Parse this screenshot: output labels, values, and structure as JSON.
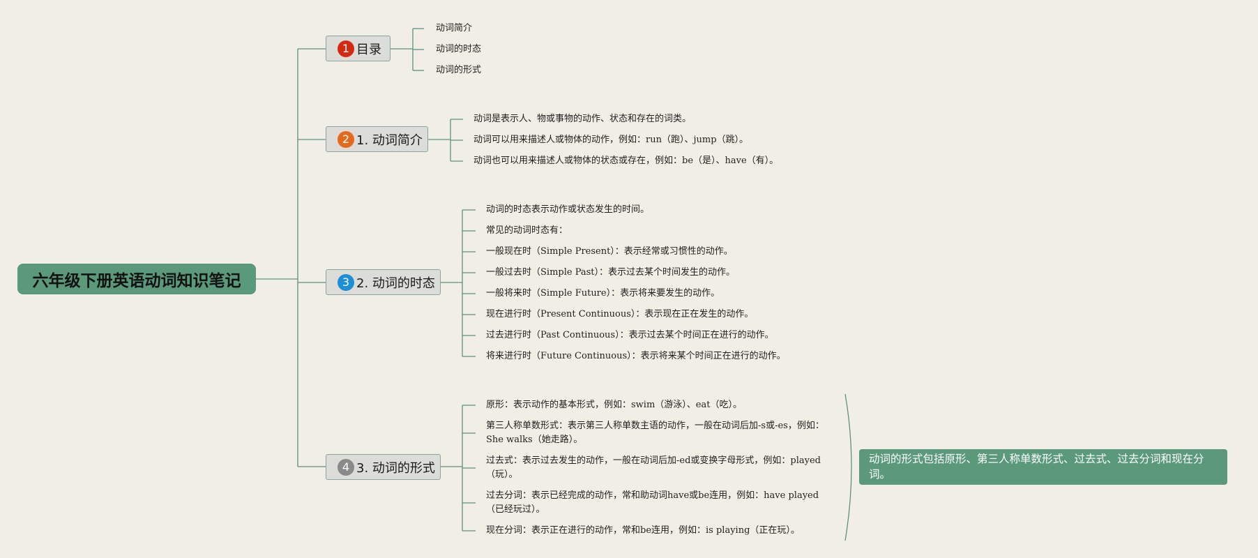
{
  "root": {
    "label": "六年级下册英语动词知识笔记"
  },
  "topics": [
    {
      "badge": "1",
      "badge_color": "#d42a10",
      "label": "目录",
      "items": [
        "动词简介",
        "动词的时态",
        "动词的形式"
      ]
    },
    {
      "badge": "2",
      "badge_color": "#e4691d",
      "label": "1. 动词简介",
      "items": [
        "动词是表示人、物或事物的动作、状态和存在的词类。",
        "动词可以用来描述人或物体的动作，例如：run（跑）、jump（跳）。",
        "动词也可以用来描述人或物体的状态或存在，例如：be（是）、have（有）。"
      ]
    },
    {
      "badge": "3",
      "badge_color": "#1d8fd6",
      "label": "2. 动词的时态",
      "items": [
        "动词的时态表示动作或状态发生的时间。",
        "常见的动词时态有：",
        "一般现在时（Simple Present）：表示经常或习惯性的动作。",
        "一般过去时（Simple Past）：表示过去某个时间发生的动作。",
        "一般将来时（Simple Future）：表示将来要发生的动作。",
        "现在进行时（Present Continuous）：表示现在正在发生的动作。",
        "过去进行时（Past Continuous）：表示过去某个时间正在进行的动作。",
        "将来进行时（Future Continuous）：表示将来某个时间正在进行的动作。"
      ]
    },
    {
      "badge": "4",
      "badge_color": "#8a8a8a",
      "label": "3. 动词的形式",
      "items": [
        "原形：表示动作的基本形式，例如：swim（游泳）、eat（吃）。",
        "第三人称单数形式：表示第三人称单数主语的动作，一般在动词后加-s或-es，例如：She walks（她走路）。",
        "过去式：表示过去发生的动作，一般在动词后加-ed或变换字母形式，例如：played（玩）。",
        "过去分词：表示已经完成的动作，常和助动词have或be连用，例如：have played（已经玩过）。",
        "现在分词：表示正在进行的动作，常和be连用，例如：is playing（正在玩）。"
      ],
      "summary": "动词的形式包括原形、第三人称单数形式、过去式、过去分词和现在分词。"
    }
  ],
  "colors": {
    "background": "#f1efe5",
    "root_fill": "#5a9a7b",
    "connector": "#5f8f7f",
    "summary_fill": "#5a9a7b"
  }
}
